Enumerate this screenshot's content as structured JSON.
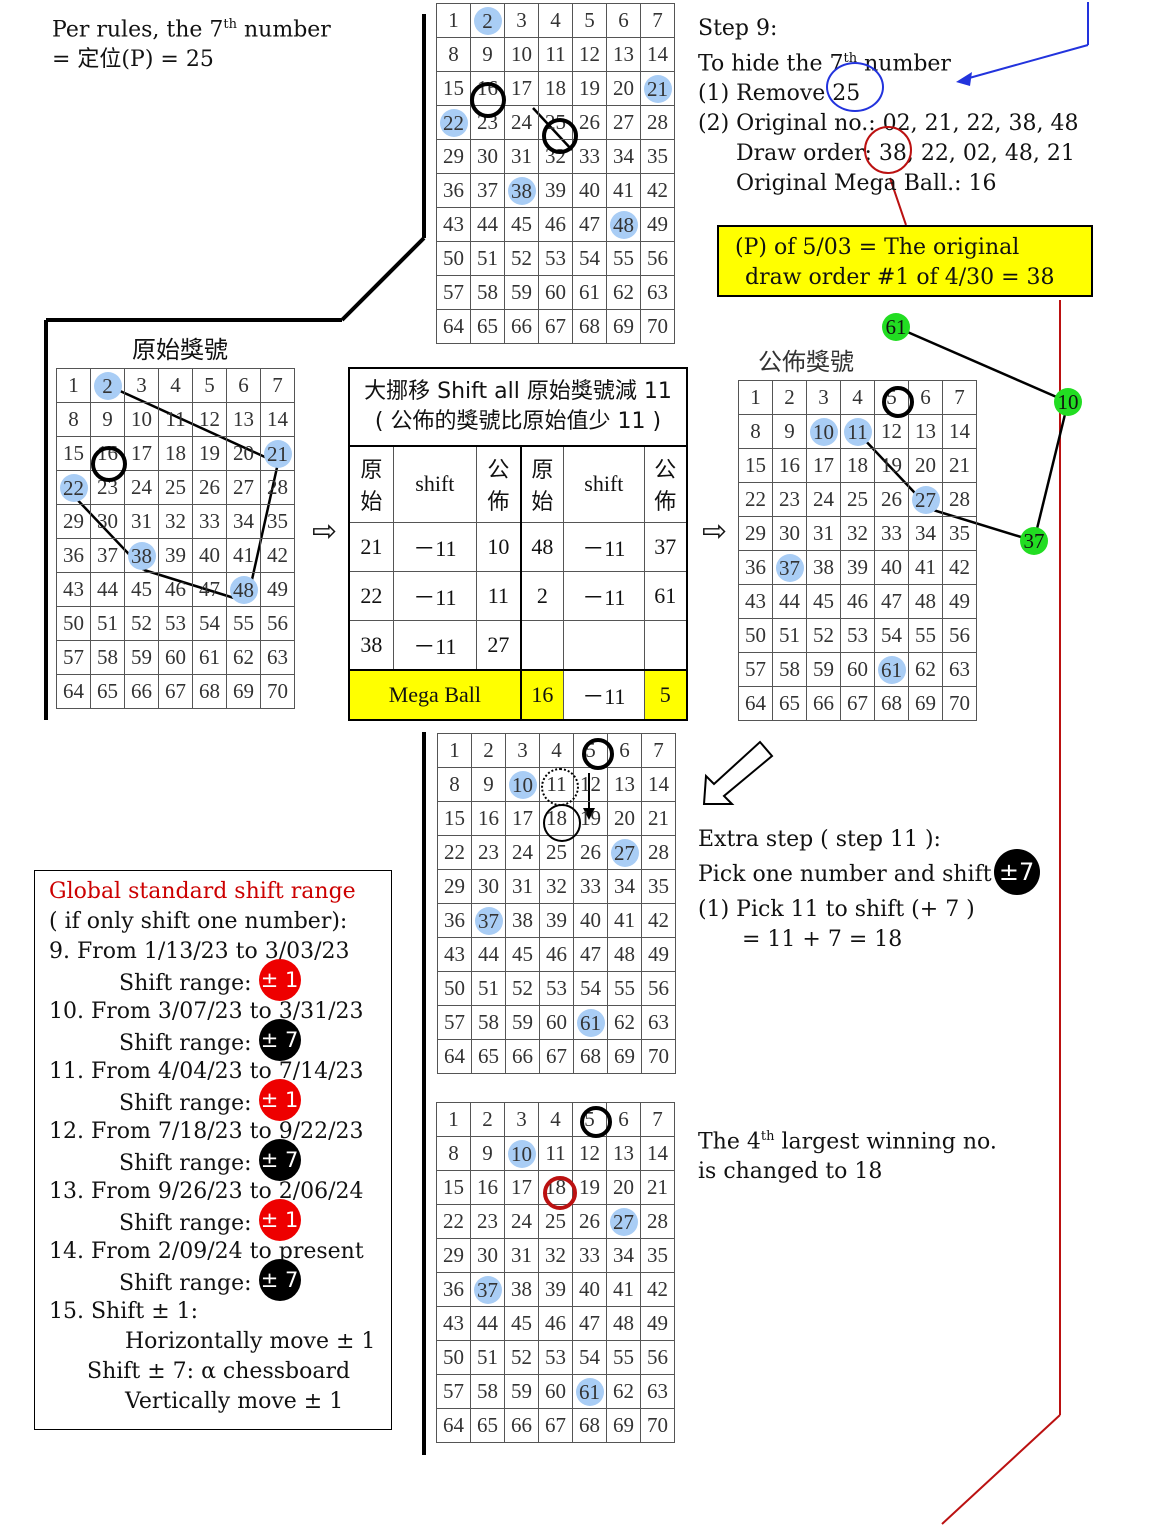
{
  "intro": {
    "line1": "Per rules, the 7",
    "sup": "th",
    "line1b": "  number",
    "line2": "= 定位(P) = 25"
  },
  "step9": {
    "title": "Step 9:",
    "hide": "To hide the 7",
    "hide_sup": "th",
    "hide_b": "  number",
    "remove_prefix": "(1)  Remove  ",
    "remove_value": "25",
    "original": "(2) Original no.: 02, 21, 22, 38, 48",
    "draw_order_prefix": "Draw order: ",
    "draw_order_value": "38",
    "draw_order_rest": ", 22, 02, 48, 21",
    "mega": "Original Mega Ball.:  16"
  },
  "p_box": {
    "line1": "(P) of 5/03 = The original",
    "line2": "draw order #1 of 4/30 = 38"
  },
  "labels": {
    "original_grid": "原始獎號",
    "published_grid": "公佈獎號"
  },
  "shift_table": {
    "title1": "大挪移 Shift all 原始獎號減 11",
    "title2": "( 公佈的獎號比原始值少 11 )",
    "headers": [
      "原\n始",
      "shift",
      "公\n佈",
      "原\n始",
      "shift",
      "公\n佈"
    ],
    "rows": [
      [
        "21",
        "－11",
        "10",
        "48",
        "－11",
        "37"
      ],
      [
        "22",
        "－11",
        "11",
        "2",
        "－11",
        "61"
      ],
      [
        "38",
        "－11",
        "27",
        "",
        "",
        ""
      ]
    ],
    "mega_label": "Mega Ball",
    "mega_orig": "16",
    "mega_shift": "－11",
    "mega_pub": "5"
  },
  "extra": {
    "line1": "Extra step ( step 11 ):",
    "line2": "Pick one number and shift",
    "badge": "±7",
    "line3": "(1) Pick 11 to shift (+ 7 )",
    "line4": "= 11 + 7 = 18"
  },
  "fourth": {
    "line1a": "The 4",
    "sup": "th",
    "line1b": " largest winning no.",
    "line2": "is changed to 18"
  },
  "green_nodes": [
    "61",
    "10",
    "37"
  ],
  "global": {
    "title": "Global standard shift range",
    "sub": "( if only shift one number):",
    "items": [
      {
        "from": "9. From 1/13/23 to 3/03/23",
        "range": "Shift range: ",
        "badge": "± 1",
        "color": "red"
      },
      {
        "from": "10. From 3/07/23 to 3/31/23",
        "range": "Shift range: ",
        "badge": "± 7",
        "color": "black"
      },
      {
        "from": "11. From 4/04/23 to 7/14/23",
        "range": "Shift range: ",
        "badge": "± 1",
        "color": "red"
      },
      {
        "from": "12. From 7/18/23 to 9/22/23",
        "range": "Shift range: ",
        "badge": "± 7",
        "color": "black"
      },
      {
        "from": "13. From 9/26/23 to 2/06/24",
        "range": "Shift range: ",
        "badge": "± 1",
        "color": "red"
      },
      {
        "from": "14. From 2/09/24 to present",
        "range": "Shift range: ",
        "badge": "± 7",
        "color": "black"
      }
    ],
    "rule1": "15. Shift ± 1:",
    "rule2": "Horizontally move ± 1",
    "rule3": "Shift ± 7: α chessboard",
    "rule4": "Vertically move ± 1"
  },
  "colors": {
    "highlight": "#a9cdf5",
    "yellow": "#ffff00",
    "green": "#22dd22",
    "blue_circle": "#2233dd",
    "red_circle": "#bb1111"
  }
}
